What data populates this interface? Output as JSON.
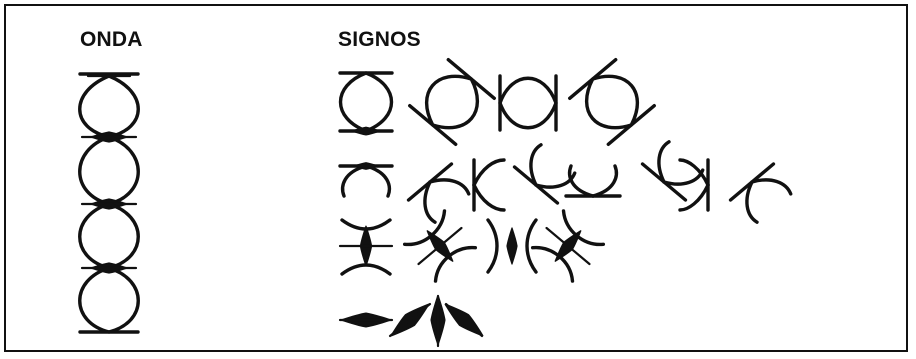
{
  "headings": {
    "onda": "ONDA",
    "signos": "SIGNOS"
  },
  "diagram": {
    "wave_cycles": 4,
    "sign_rows": [
      {
        "row": 1,
        "sign_count": 4
      },
      {
        "row": 2,
        "sign_count": 7
      },
      {
        "row": 3,
        "sign_count": 4
      },
      {
        "row": 4,
        "sign_count": 4
      }
    ]
  }
}
